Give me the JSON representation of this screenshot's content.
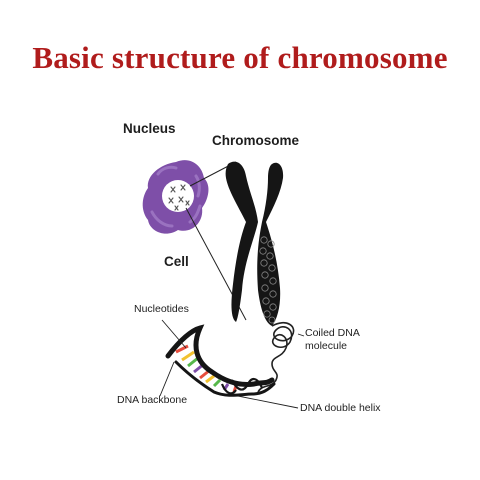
{
  "title": "Basic structure of chromosome",
  "labels": {
    "nucleus": "Nucleus",
    "chromosome": "Chromosome",
    "cell": "Cell",
    "nucleotides": "Nucleotides",
    "coiled_dna_line1": "Coiled DNA",
    "coiled_dna_line2": "molecule",
    "dna_backbone": "DNA backbone",
    "dna_double_helix": "DNA double helix"
  },
  "colors": {
    "title": "#b01c1c",
    "cell": "#7e4fa8",
    "chromosome": "#151515",
    "base_pairs": [
      "#e84d3d",
      "#f2c230",
      "#56b84a",
      "#7e4fa8"
    ]
  }
}
